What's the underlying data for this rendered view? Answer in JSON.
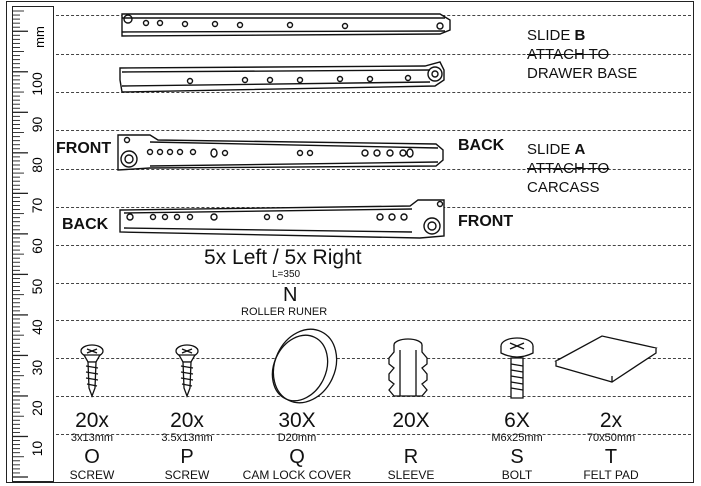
{
  "ruler": {
    "unit": "mm",
    "labels": [
      "10",
      "20",
      "30",
      "40",
      "50",
      "60",
      "70",
      "80",
      "90",
      "100"
    ]
  },
  "slide_b": {
    "prefix": "SLIDE ",
    "letter": "B",
    "line1": "ATTACH TO",
    "line2": "DRAWER BASE"
  },
  "slide_a": {
    "prefix": "SLIDE ",
    "letter": "A",
    "line1": "ATTACH TO",
    "line2": "CARCASS",
    "upper_left_label": "FRONT",
    "upper_right_label": "BACK",
    "lower_left_label": "BACK",
    "lower_right_label": "FRONT"
  },
  "runner": {
    "quantity": "5x Left / 5x Right",
    "length": "L=350",
    "letter": "N",
    "name": "ROLLER RUNER"
  },
  "hardware": [
    {
      "count": "20x",
      "size": "3x13mm",
      "letter": "O",
      "name": "SCREW",
      "icon": "screw-icon"
    },
    {
      "count": "20x",
      "size": "3.5x13mm",
      "letter": "P",
      "name": "SCREW",
      "icon": "screw-icon"
    },
    {
      "count": "30X",
      "size": "D20mm",
      "letter": "Q",
      "name": "CAM LOCK COVER",
      "icon": "cam-lock-cover-icon"
    },
    {
      "count": "20X",
      "size": "",
      "letter": "R",
      "name": "SLEEVE",
      "icon": "sleeve-icon"
    },
    {
      "count": "6X",
      "size": "M6x25mm",
      "letter": "S",
      "name": "BOLT",
      "icon": "bolt-icon"
    },
    {
      "count": "2x",
      "size": "70x50mm",
      "letter": "T",
      "name": "FELT PAD",
      "icon": "felt-pad-icon"
    }
  ]
}
